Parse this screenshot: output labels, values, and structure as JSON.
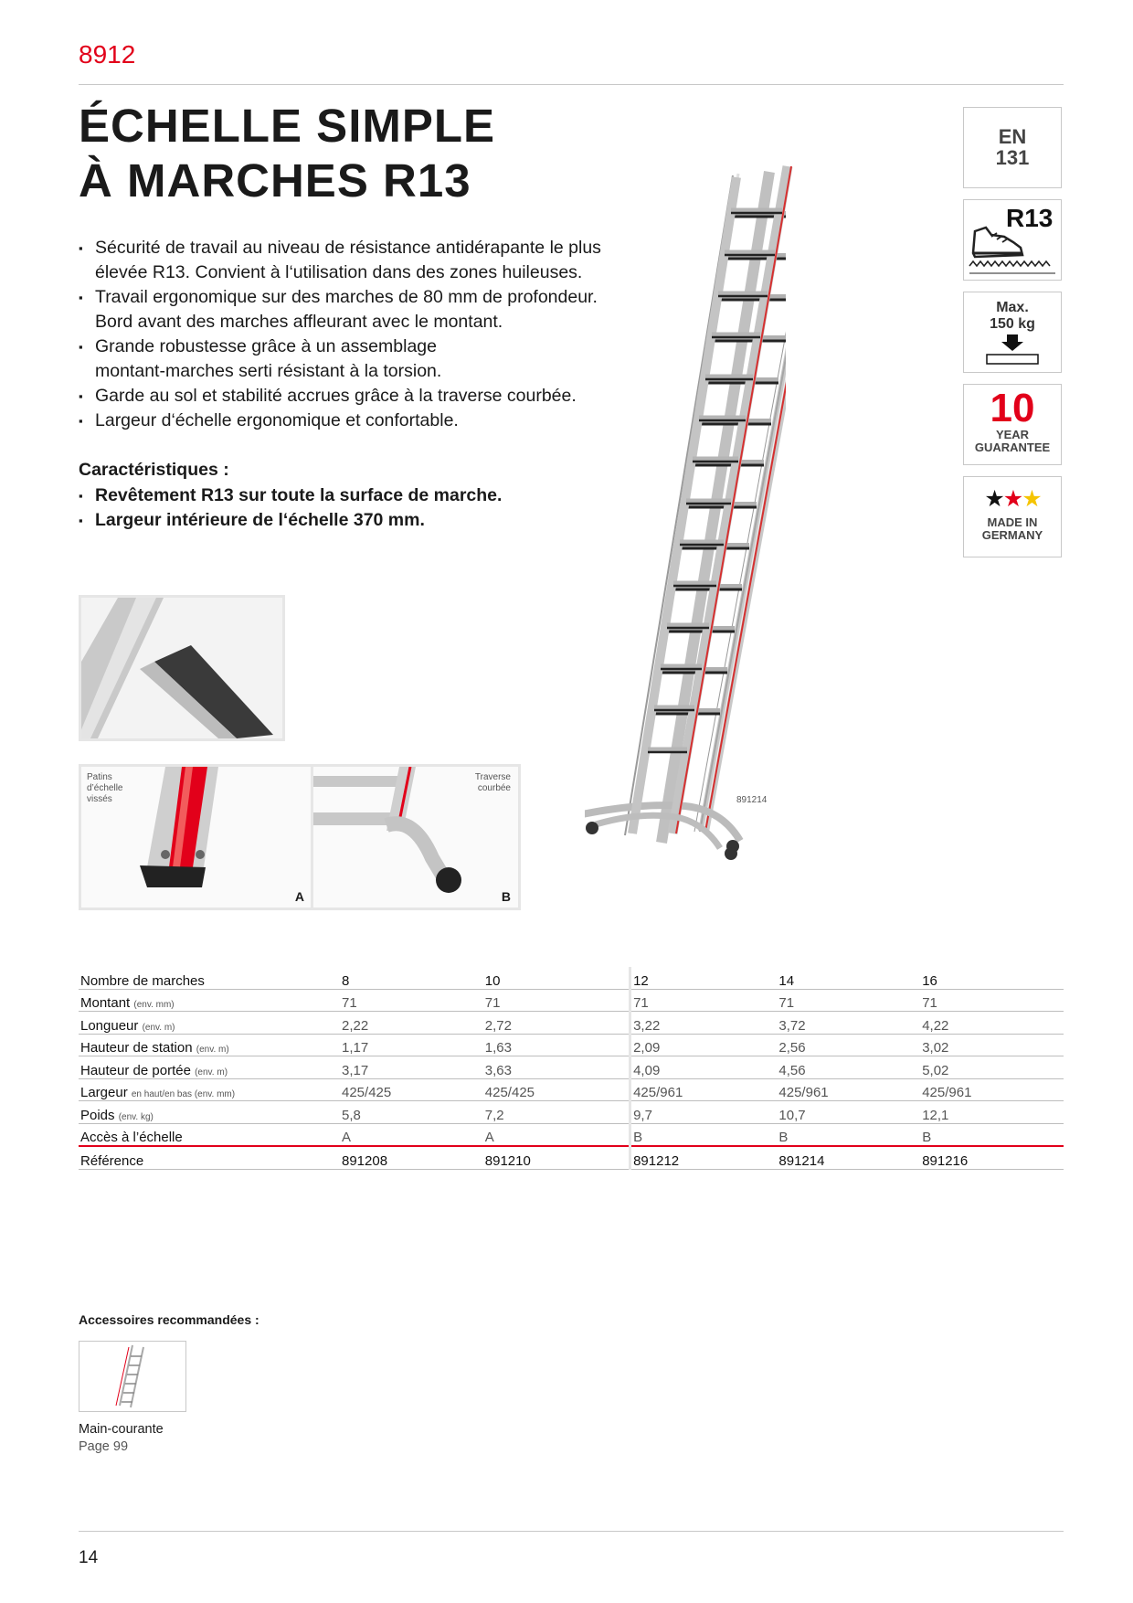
{
  "header": {
    "code": "8912"
  },
  "title": {
    "line1": "ÉCHELLE SIMPLE",
    "line2": "À MARCHES R13"
  },
  "bullets": [
    {
      "l1": "Sécurité de travail au niveau de résistance antidérapante le plus",
      "l2": "élevée R13. Convient à l‘utilisation dans des zones huileuses."
    },
    {
      "l1": "Travail ergonomique sur des marches de 80 mm de profondeur.",
      "l2": "Bord avant des marches affleurant avec le montant."
    },
    {
      "l1": "Grande robustesse grâce à un assemblage",
      "l2": "montant-marches serti résistant à la torsion."
    },
    {
      "l1": "Garde au sol et stabilité accrues grâce à la traverse courbée.",
      "l2": ""
    },
    {
      "l1": "Largeur d‘échelle ergonomique et confortable.",
      "l2": ""
    }
  ],
  "features": {
    "heading": "Caractéristiques :",
    "items": [
      "Revêtement R13 sur toute la surface de marche.",
      "Largeur intérieure de l‘échelle 370 mm."
    ]
  },
  "badges": {
    "en": {
      "l1": "EN",
      "l2": "131"
    },
    "r13": "R13",
    "max": {
      "l1": "Max.",
      "l2": "150 kg"
    },
    "guarantee": {
      "num": "10",
      "l1": "YEAR",
      "l2": "GUARANTEE"
    },
    "germany": {
      "l1": "MADE IN",
      "l2": "GERMANY"
    }
  },
  "photos": {
    "a_caption": {
      "l1": "Patins",
      "l2": "d’échelle",
      "l3": "vissés"
    },
    "a_letter": "A",
    "b_caption": {
      "l1": "Traverse",
      "l2": "courbée"
    },
    "b_letter": "B",
    "main_ref": "891214"
  },
  "table": {
    "rows": [
      {
        "label": "Nombre de marches",
        "unit": "",
        "values": [
          "8",
          "10",
          "12",
          "14",
          "16"
        ]
      },
      {
        "label": "Montant",
        "unit": "(env. mm)",
        "values": [
          "71",
          "71",
          "71",
          "71",
          "71"
        ]
      },
      {
        "label": "Longueur",
        "unit": "(env. m)",
        "values": [
          "2,22",
          "2,72",
          "3,22",
          "3,72",
          "4,22"
        ]
      },
      {
        "label": "Hauteur de station",
        "unit": "(env. m)",
        "values": [
          "1,17",
          "1,63",
          "2,09",
          "2,56",
          "3,02"
        ]
      },
      {
        "label": "Hauteur de portée",
        "unit": "(env. m)",
        "values": [
          "3,17",
          "3,63",
          "4,09",
          "4,56",
          "5,02"
        ]
      },
      {
        "label": "Largeur",
        "unit": "en haut/en bas (env. mm)",
        "values": [
          "425/425",
          "425/425",
          "425/961",
          "425/961",
          "425/961"
        ]
      },
      {
        "label": "Poids",
        "unit": "(env. kg)",
        "values": [
          "5,8",
          "7,2",
          "9,7",
          "10,7",
          "12,1"
        ]
      },
      {
        "label": "Accès à l’échelle",
        "unit": "",
        "values": [
          "A",
          "A",
          "B",
          "B",
          "B"
        ]
      },
      {
        "label": "Référence",
        "unit": "",
        "values": [
          "891208",
          "891210",
          "891212",
          "891214",
          "891216"
        ]
      }
    ]
  },
  "accessories": {
    "heading": "Accessoires recommandées :",
    "name": "Main-courante",
    "page": "Page 99"
  },
  "footer": {
    "page_number": "14"
  },
  "colors": {
    "accent": "#e2001a",
    "rule": "#c8c8c8"
  }
}
